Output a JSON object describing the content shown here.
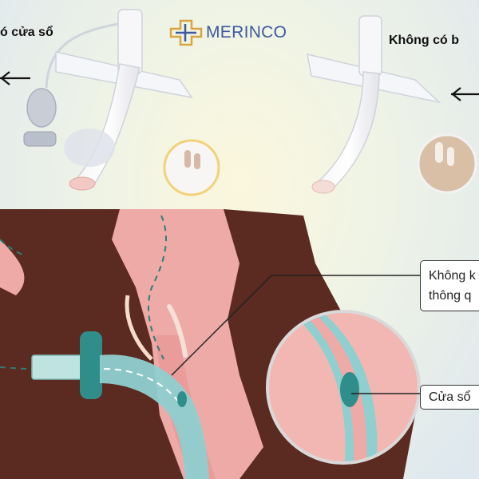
{
  "brand": {
    "name": "MERINCO",
    "color": "#3f5a9c",
    "accent": "#d9a440"
  },
  "labels": {
    "with_window": "ó cửa sổ",
    "without_window": "Không có b"
  },
  "callouts": {
    "line1": "Không k",
    "line2": "thông q",
    "window": "Cửa sổ"
  },
  "colors": {
    "tissue_dark": "#5b2a20",
    "tissue_pink": "#eeaaa7",
    "tube_teal": "#8fcfd0",
    "tube_dark": "#2f8d8a",
    "flow_line": "#2e7d7a"
  }
}
